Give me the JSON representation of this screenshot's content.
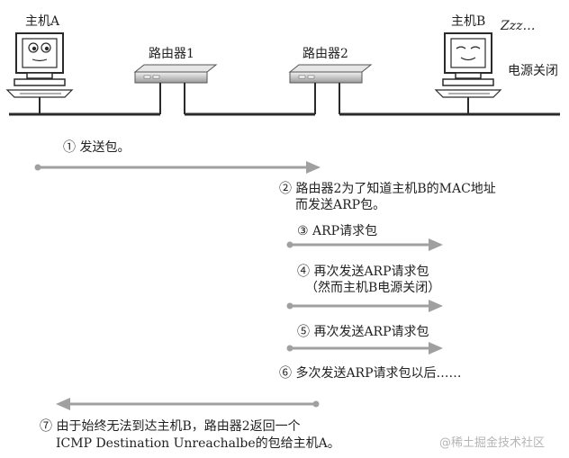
{
  "devices": {
    "host_a": "主机A",
    "router_1": "路由器1",
    "router_2": "路由器2",
    "host_b": "主机B",
    "sleep": "Zzz…",
    "power_off": "电源关闭"
  },
  "steps": {
    "s1": "① 发送包。",
    "s2_line1": "② 路由器2为了知道主机B的MAC地址",
    "s2_line2": "而发送ARP包。",
    "s3": "③ ARP请求包",
    "s4_line1": "④ 再次发送ARP请求包",
    "s4_line2": "（然而主机B电源关闭）",
    "s5": "⑤ 再次发送ARP请求包",
    "s6": "⑥ 多次发送ARP请求包以后……",
    "s7_line1": "⑦ 由于始终无法到达主机B，路由器2返回一个",
    "s7_line2": "ICMP Destination Unreachalbe的包给主机A。"
  },
  "watermark": "@稀土掘金技术社区",
  "colors": {
    "arrow": "#a0a0a0",
    "line": "#2a2a2a",
    "router": "#d9d9d9"
  }
}
